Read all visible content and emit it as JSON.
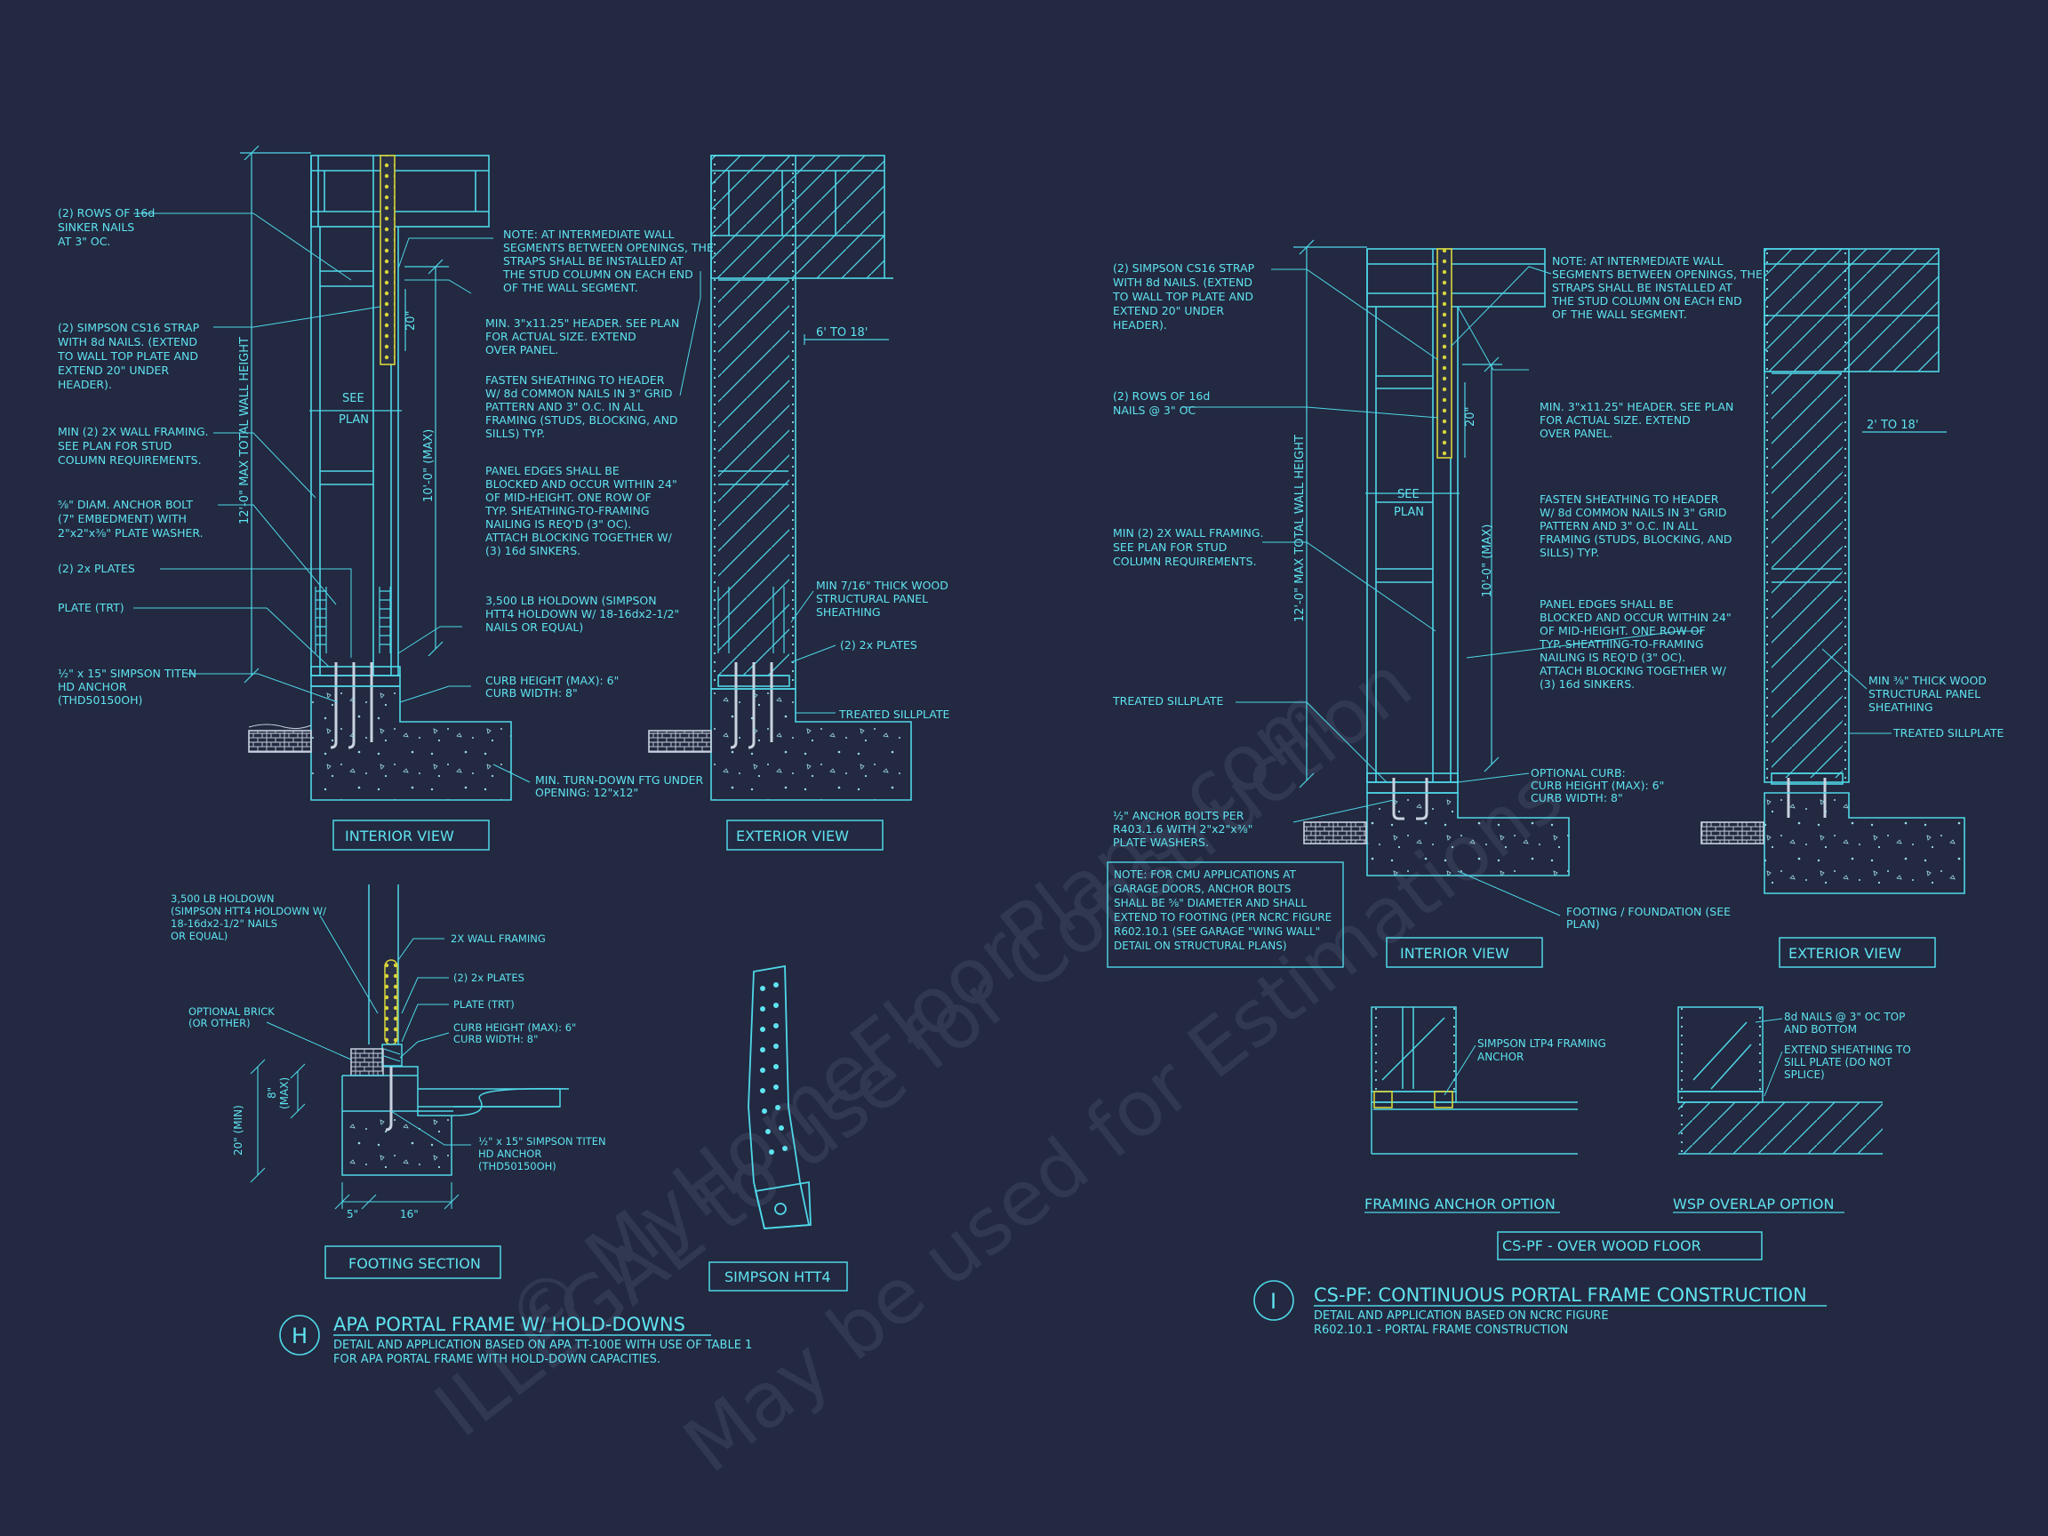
{
  "colors": {
    "background": "#222940",
    "line": "#4fd7e8",
    "text": "#5fe3f0",
    "strap": "#d8d43a",
    "concrete": "#3a4157",
    "watermark": "#3e4660"
  },
  "watermark": {
    "line1": "© MyHomeFloorPlans.com",
    "line2": "ILLEGAL to use for Construction",
    "line3": "May be used for Estimations"
  },
  "detail_h": {
    "marker": "H",
    "title": "APA PORTAL FRAME W/ HOLD-DOWNS",
    "subtitle1": "DETAIL AND APPLICATION BASED ON APA TT-100E WITH USE OF TABLE 1",
    "subtitle2": "FOR APA PORTAL FRAME WITH HOLD-DOWN CAPACITIES.",
    "interior_label": "INTERIOR VIEW",
    "exterior_label": "EXTERIOR VIEW",
    "footing_label": "FOOTING SECTION",
    "htt4_label": "SIMPSON HTT4",
    "left_notes": [
      [
        "(2) ROWS OF 16d",
        "SINKER NAILS",
        "AT 3\" OC."
      ],
      [
        "(2) SIMPSON CS16 STRAP",
        "WITH 8d NAILS. (EXTEND",
        "TO WALL TOP PLATE AND",
        "EXTEND 20\" UNDER",
        "HEADER)."
      ],
      [
        "MIN (2) 2X WALL FRAMING.",
        "SEE PLAN FOR STUD",
        "COLUMN REQUIREMENTS."
      ],
      [
        "⅝\" DIAM. ANCHOR BOLT",
        "(7\" EMBEDMENT) WITH",
        "2\"x2\"x⅜\" PLATE WASHER."
      ],
      [
        "(2) 2x PLATES"
      ],
      [
        "PLATE (TRT)"
      ],
      [
        "½\" x 15\" SIMPSON TITEN",
        "HD ANCHOR",
        "(THD50150OH)"
      ]
    ],
    "mid_notes": [
      [
        "NOTE: AT INTERMEDIATE WALL",
        "SEGMENTS BETWEEN OPENINGS, THE",
        "STRAPS SHALL BE INSTALLED AT",
        "THE STUD COLUMN ON EACH END",
        "OF THE WALL SEGMENT."
      ],
      [
        "MIN. 3\"x11.25\" HEADER. SEE PLAN",
        "FOR ACTUAL SIZE. EXTEND",
        "OVER PANEL."
      ],
      [
        "FASTEN SHEATHING TO HEADER",
        "W/ 8d COMMON NAILS IN 3\" GRID",
        "PATTERN AND 3\" O.C. IN ALL",
        "FRAMING (STUDS, BLOCKING, AND",
        "SILLS) TYP."
      ],
      [
        "PANEL EDGES SHALL BE",
        "BLOCKED AND OCCUR WITHIN 24\"",
        "OF MID-HEIGHT.  ONE ROW OF",
        "TYP. SHEATHING-TO-FRAMING",
        "NAILING IS REQ'D (3\" OC).",
        "ATTACH BLOCKING TOGETHER W/",
        "(3) 16d SINKERS."
      ],
      [
        "3,500 LB HOLDOWN (SIMPSON",
        "HTT4 HOLDOWN W/ 18-16dx2-1/2\"",
        "NAILS OR EQUAL)"
      ],
      [
        "CURB HEIGHT (MAX): 6\"",
        "CURB WIDTH: 8\""
      ],
      [
        "MIN. TURN-DOWN FTG UNDER",
        "OPENING: 12\"x12\""
      ]
    ],
    "exterior_notes": [
      [
        "MIN 7/16\" THICK WOOD",
        "STRUCTURAL PANEL",
        "SHEATHING"
      ],
      [
        "(2) 2x PLATES"
      ],
      [
        "TREATED SILLPLATE"
      ]
    ],
    "dims": {
      "total_height": "12'-0\" MAX TOTAL WALL HEIGHT",
      "wall_height": "10'-0\" (MAX)",
      "strap_len": "20\"",
      "see_plan_1": "SEE",
      "see_plan_2": "PLAN",
      "header_range": "6' TO 18'"
    },
    "footing_notes": [
      [
        "3,500 LB HOLDOWN",
        "(SIMPSON HTT4 HOLDOWN W/",
        "18-16dx2-1/2\" NAILS",
        "OR EQUAL)"
      ],
      [
        "2X WALL FRAMING"
      ],
      [
        "(2) 2x PLATES"
      ],
      [
        "PLATE (TRT)"
      ],
      [
        "CURB HEIGHT (MAX): 6\"",
        "CURB WIDTH: 8\""
      ],
      [
        "OPTIONAL BRICK",
        "(OR OTHER)"
      ],
      [
        "½\" x 15\" SIMPSON TITEN",
        "HD ANCHOR",
        "(THD50150OH)"
      ]
    ],
    "footing_dims": {
      "max8": "8\"",
      "max": "(MAX)",
      "min20": "20\" (MIN)",
      "w5": "5\"",
      "w16": "16\""
    }
  },
  "detail_i": {
    "marker": "I",
    "title": "CS-PF: CONTINUOUS PORTAL FRAME CONSTRUCTION",
    "subtitle1": "DETAIL AND APPLICATION BASED ON NCRC FIGURE",
    "subtitle2": "R602.10.1 - PORTAL FRAME CONSTRUCTION",
    "interior_label": "INTERIOR VIEW",
    "exterior_label": "EXTERIOR VIEW",
    "wood_floor_label": "CS-PF - OVER WOOD FLOOR",
    "anchor_option": "FRAMING ANCHOR OPTION",
    "wsp_option": "WSP OVERLAP OPTION",
    "left_notes": [
      [
        "(2) SIMPSON CS16 STRAP",
        "WITH 8d NAILS. (EXTEND",
        "TO WALL TOP PLATE AND",
        "EXTEND 20\" UNDER",
        "HEADER)."
      ],
      [
        "(2) ROWS OF 16d",
        "NAILS @ 3\" OC"
      ],
      [
        "MIN (2) 2X WALL FRAMING.",
        "SEE PLAN FOR STUD",
        "COLUMN REQUIREMENTS."
      ],
      [
        "TREATED SILLPLATE"
      ],
      [
        "½\" ANCHOR BOLTS PER",
        "R403.1.6 WITH 2\"x2\"x⅜\"",
        "PLATE WASHERS."
      ]
    ],
    "cmu_note": [
      "NOTE: FOR CMU APPLICATIONS AT",
      "GARAGE DOORS, ANCHOR BOLTS",
      "SHALL BE ⅝\" DIAMETER AND SHALL",
      "EXTEND TO FOOTING (PER NCRC FIGURE",
      "R602.10.1 (SEE GARAGE \"WING WALL\"",
      "DETAIL ON STRUCTURAL PLANS)"
    ],
    "mid_notes": [
      [
        "NOTE: AT INTERMEDIATE WALL",
        "SEGMENTS BETWEEN OPENINGS, THE",
        "STRAPS SHALL BE INSTALLED AT",
        "THE STUD COLUMN ON EACH END",
        "OF THE WALL SEGMENT."
      ],
      [
        "MIN. 3\"x11.25\" HEADER. SEE PLAN",
        "FOR ACTUAL SIZE. EXTEND",
        "OVER PANEL."
      ],
      [
        "FASTEN SHEATHING TO HEADER",
        "W/ 8d COMMON NAILS IN 3\" GRID",
        "PATTERN AND 3\" O.C. IN ALL",
        "FRAMING (STUDS, BLOCKING, AND",
        "SILLS) TYP."
      ],
      [
        "PANEL EDGES SHALL BE",
        "BLOCKED AND OCCUR WITHIN 24\"",
        "OF MID-HEIGHT.  ONE ROW OF",
        "TYP. SHEATHING-TO-FRAMING",
        "NAILING IS REQ'D (3\" OC).",
        "ATTACH BLOCKING TOGETHER W/",
        "(3) 16d SINKERS."
      ],
      [
        "OPTIONAL CURB:",
        "CURB HEIGHT (MAX): 6\"",
        "CURB WIDTH: 8\""
      ],
      [
        "FOOTING / FOUNDATION (SEE",
        "PLAN)"
      ]
    ],
    "exterior_notes": [
      [
        "MIN ⅜\" THICK WOOD",
        "STRUCTURAL PANEL",
        "SHEATHING"
      ],
      [
        "TREATED SILLPLATE"
      ]
    ],
    "dims": {
      "total_height": "12'-0\" MAX TOTAL WALL HEIGHT",
      "wall_height": "10'-0\" (MAX)",
      "strap_len": "20\"",
      "see_plan_1": "SEE",
      "see_plan_2": "PLAN",
      "header_range": "2' TO 18'"
    },
    "floor_notes": [
      [
        "SIMPSON LTP4 FRAMING",
        "ANCHOR"
      ],
      [
        "8d NAILS @ 3\" OC TOP",
        "AND BOTTOM"
      ],
      [
        "EXTEND SHEATHING TO",
        "SILL PLATE (DO NOT",
        "SPLICE)"
      ]
    ]
  }
}
